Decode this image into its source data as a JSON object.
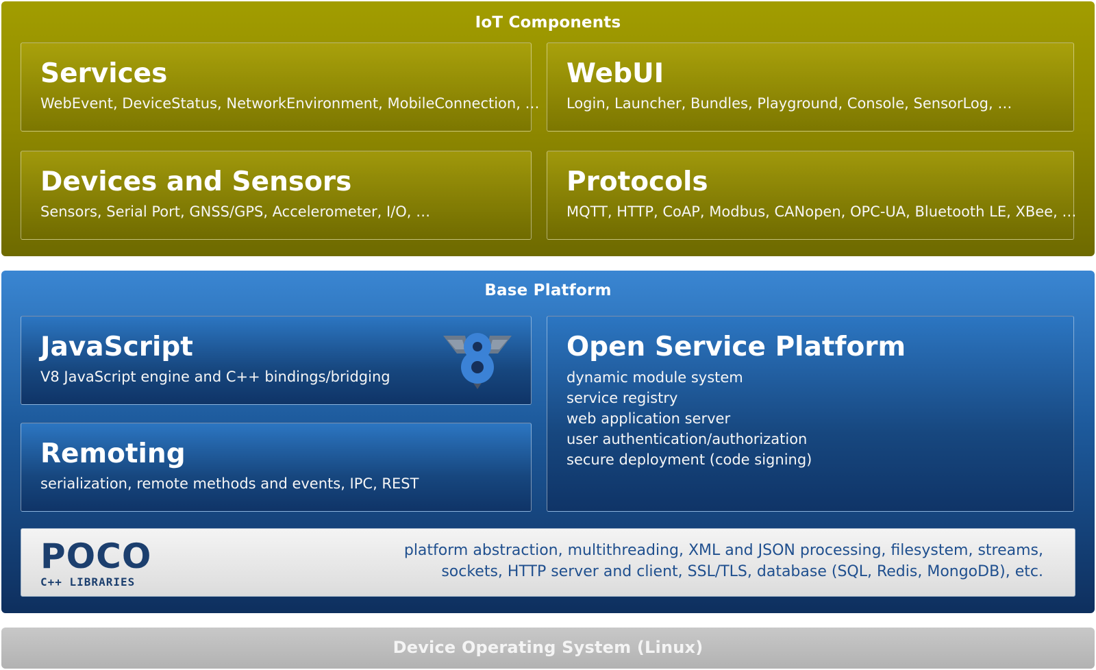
{
  "iot_layer": {
    "title": "IoT Components",
    "boxes": [
      {
        "title": "Services",
        "subtitle": "WebEvent, DeviceStatus, NetworkEnvironment, MobileConnection, …"
      },
      {
        "title": "WebUI",
        "subtitle": "Login, Launcher, Bundles, Playground, Console, SensorLog, …"
      },
      {
        "title": "Devices and Sensors",
        "subtitle": "Sensors, Serial Port, GNSS/GPS, Accelerometer, I/O, …"
      },
      {
        "title": "Protocols",
        "subtitle": "MQTT, HTTP, CoAP, Modbus, CANopen, OPC-UA, Bluetooth LE, XBee, …"
      }
    ]
  },
  "base_layer": {
    "title": "Base Platform",
    "javascript": {
      "title": "JavaScript",
      "subtitle": "V8 JavaScript engine and C++ bindings/bridging",
      "logo_text": "8"
    },
    "remoting": {
      "title": "Remoting",
      "subtitle": "serialization, remote methods and events, IPC, REST"
    },
    "osp": {
      "title": "Open Service Platform",
      "items": [
        "dynamic module system",
        "service registry",
        "web application server",
        "user authentication/authorization",
        "secure deployment (code signing)"
      ]
    },
    "poco": {
      "logo_text": "POCO",
      "logo_subtext": "C++ LIBRARIES",
      "description_lines": [
        "platform abstraction, multithreading, XML and JSON processing, filesystem, streams,",
        "sockets, HTTP server and client, SSL/TLS, database (SQL, Redis, MongoDB), etc."
      ]
    }
  },
  "os_layer": {
    "title": "Device Operating System (Linux)"
  },
  "colors": {
    "iot_olive": "#9a9500",
    "base_blue": "#1d5a9c",
    "os_gray": "#bdbdbd",
    "poco_navy": "#1c3f6e",
    "v8_blue": "#3b82d6"
  }
}
